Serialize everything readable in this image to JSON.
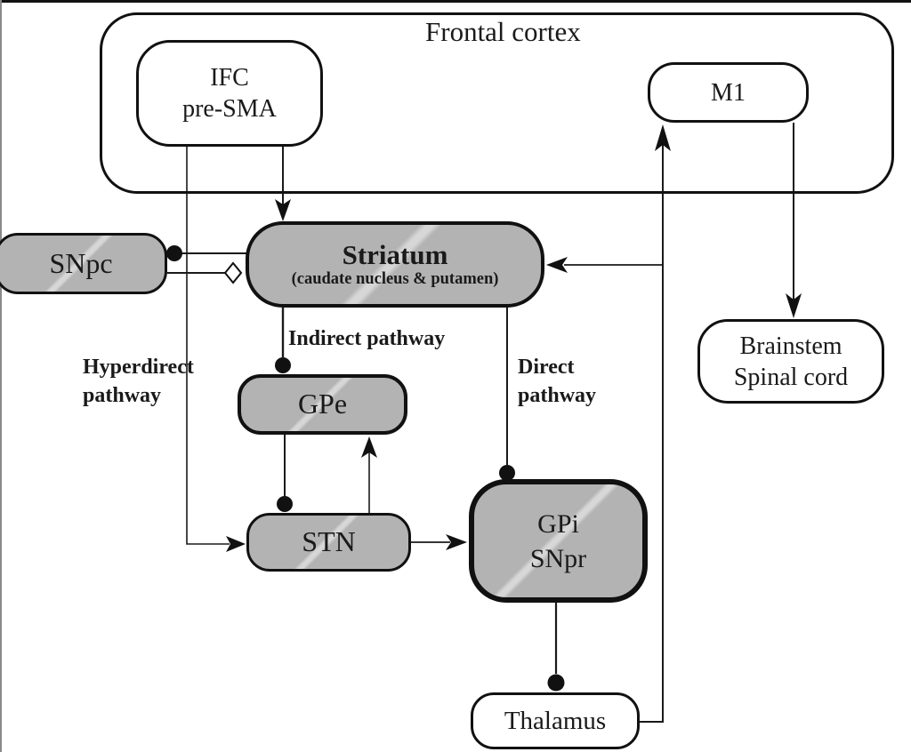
{
  "frame": {
    "title": "Frontal cortex"
  },
  "nodes": {
    "ifc": {
      "line1": "IFC",
      "line2": "pre-SMA"
    },
    "m1": {
      "label": "M1"
    },
    "snpc": {
      "label": "SNpc"
    },
    "striatum": {
      "title": "Striatum",
      "subtitle": "(caudate nucleus & putamen)"
    },
    "gpe": {
      "label": "GPe"
    },
    "stn": {
      "label": "STN"
    },
    "gpi": {
      "line1": "GPi",
      "line2": "SNpr"
    },
    "thalamus": {
      "label": "Thalamus"
    },
    "brainstem": {
      "line1": "Brainstem",
      "line2": "Spinal cord"
    }
  },
  "pathway_labels": {
    "hyperdirect_line1": "Hyperdirect",
    "hyperdirect_line2": "pathway",
    "indirect": "Indirect pathway",
    "direct_line1": "Direct",
    "direct_line2": "pathway"
  },
  "colors": {
    "node_fill_gray": "#b3b3b3",
    "node_fill_white": "#ffffff",
    "border": "#111111",
    "line": "#1a1a1a"
  },
  "edges": [
    {
      "from": "IFC pre-SMA",
      "to": "Striatum",
      "terminal": "arrowhead"
    },
    {
      "from": "IFC pre-SMA",
      "to": "STN",
      "terminal": "arrowhead",
      "pathway": "Hyperdirect pathway"
    },
    {
      "from": "Striatum",
      "to": "SNpc",
      "terminal": "filled-circle"
    },
    {
      "from": "SNpc",
      "to": "Striatum",
      "terminal": "open-diamond"
    },
    {
      "from": "Striatum",
      "to": "GPe",
      "terminal": "filled-circle",
      "pathway": "Indirect pathway"
    },
    {
      "from": "GPe",
      "to": "STN",
      "terminal": "filled-circle"
    },
    {
      "from": "STN",
      "to": "GPe",
      "terminal": "arrowhead"
    },
    {
      "from": "STN",
      "to": "GPi SNpr",
      "terminal": "arrowhead"
    },
    {
      "from": "Striatum",
      "to": "GPi SNpr",
      "terminal": "filled-circle",
      "pathway": "Direct pathway"
    },
    {
      "from": "GPi SNpr",
      "to": "Thalamus",
      "terminal": "filled-circle"
    },
    {
      "from": "Thalamus",
      "to": "M1",
      "terminal": "arrowhead"
    },
    {
      "from": "Thalamus",
      "to": "Striatum",
      "terminal": "arrowhead"
    },
    {
      "from": "M1",
      "to": "Brainstem Spinal cord",
      "terminal": "arrowhead"
    }
  ]
}
